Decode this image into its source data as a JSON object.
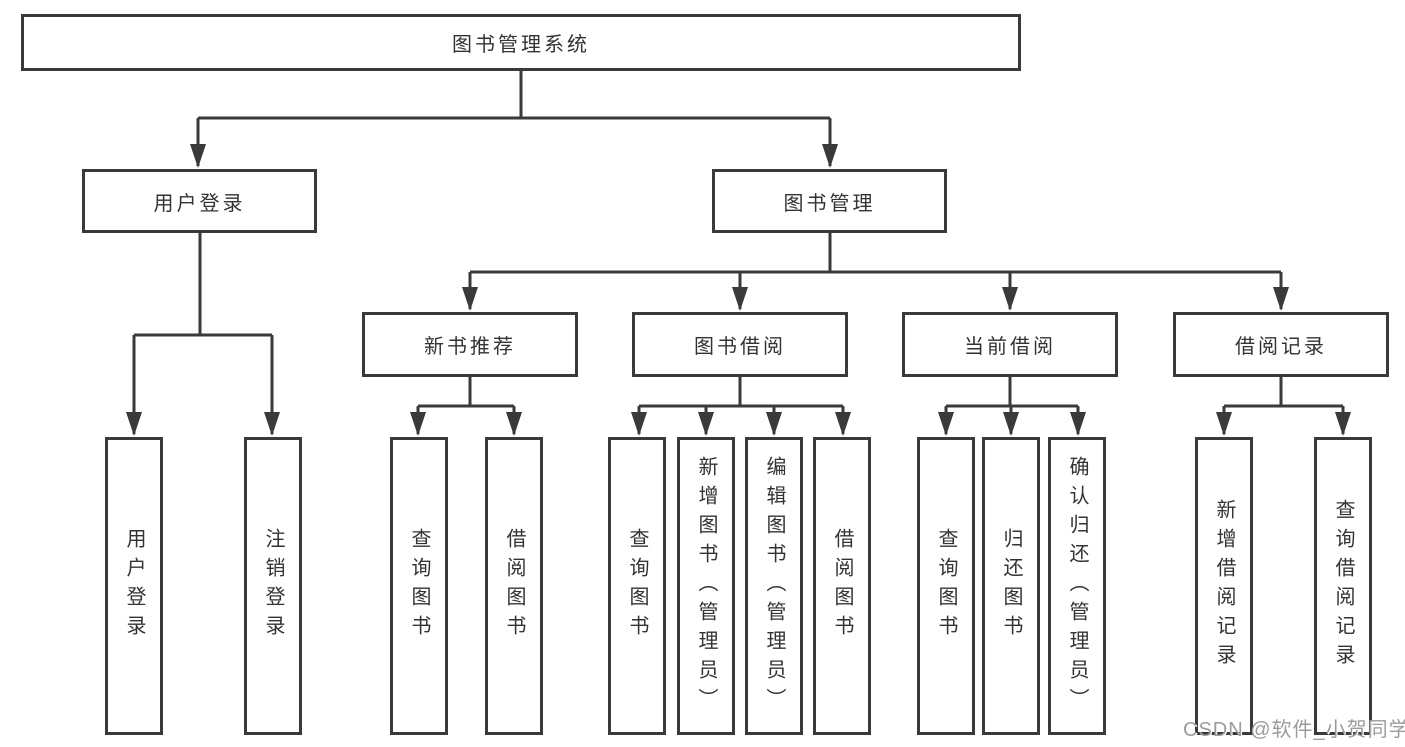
{
  "diagram": {
    "tree": {
      "root": {
        "label": "图书管理系统",
        "children": [
          {
            "label": "用户登录",
            "children": [
              {
                "label": "用户登录"
              },
              {
                "label": "注销登录"
              }
            ]
          },
          {
            "label": "图书管理",
            "children": [
              {
                "label": "新书推荐",
                "children": [
                  {
                    "label": "查询图书"
                  },
                  {
                    "label": "借阅图书"
                  }
                ]
              },
              {
                "label": "图书借阅",
                "children": [
                  {
                    "label": "查询图书"
                  },
                  {
                    "label": "新增图书（管理员）"
                  },
                  {
                    "label": "编辑图书（管理员）"
                  },
                  {
                    "label": "借阅图书"
                  }
                ]
              },
              {
                "label": "当前借阅",
                "children": [
                  {
                    "label": "查询图书"
                  },
                  {
                    "label": "归还图书"
                  },
                  {
                    "label": "确认归还（管理员）"
                  }
                ]
              },
              {
                "label": "借阅记录",
                "children": [
                  {
                    "label": "新增借阅记录"
                  },
                  {
                    "label": "查询借阅记录"
                  }
                ]
              }
            ]
          }
        ]
      }
    },
    "colors": {
      "line": "#3a3a3a",
      "text": "#333333",
      "background": "#ffffff",
      "watermark": "#9c9c9c"
    }
  },
  "watermark": {
    "text": "CSDN @软件_小贺同学"
  }
}
